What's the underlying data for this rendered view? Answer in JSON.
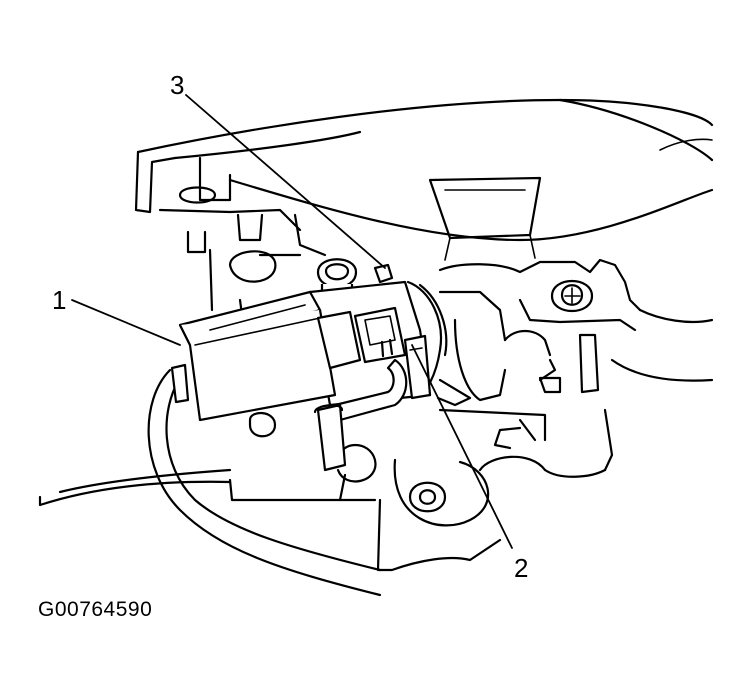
{
  "callouts": {
    "c1": "1",
    "c2": "2",
    "c3": "3"
  },
  "figure_id": "G00764590"
}
